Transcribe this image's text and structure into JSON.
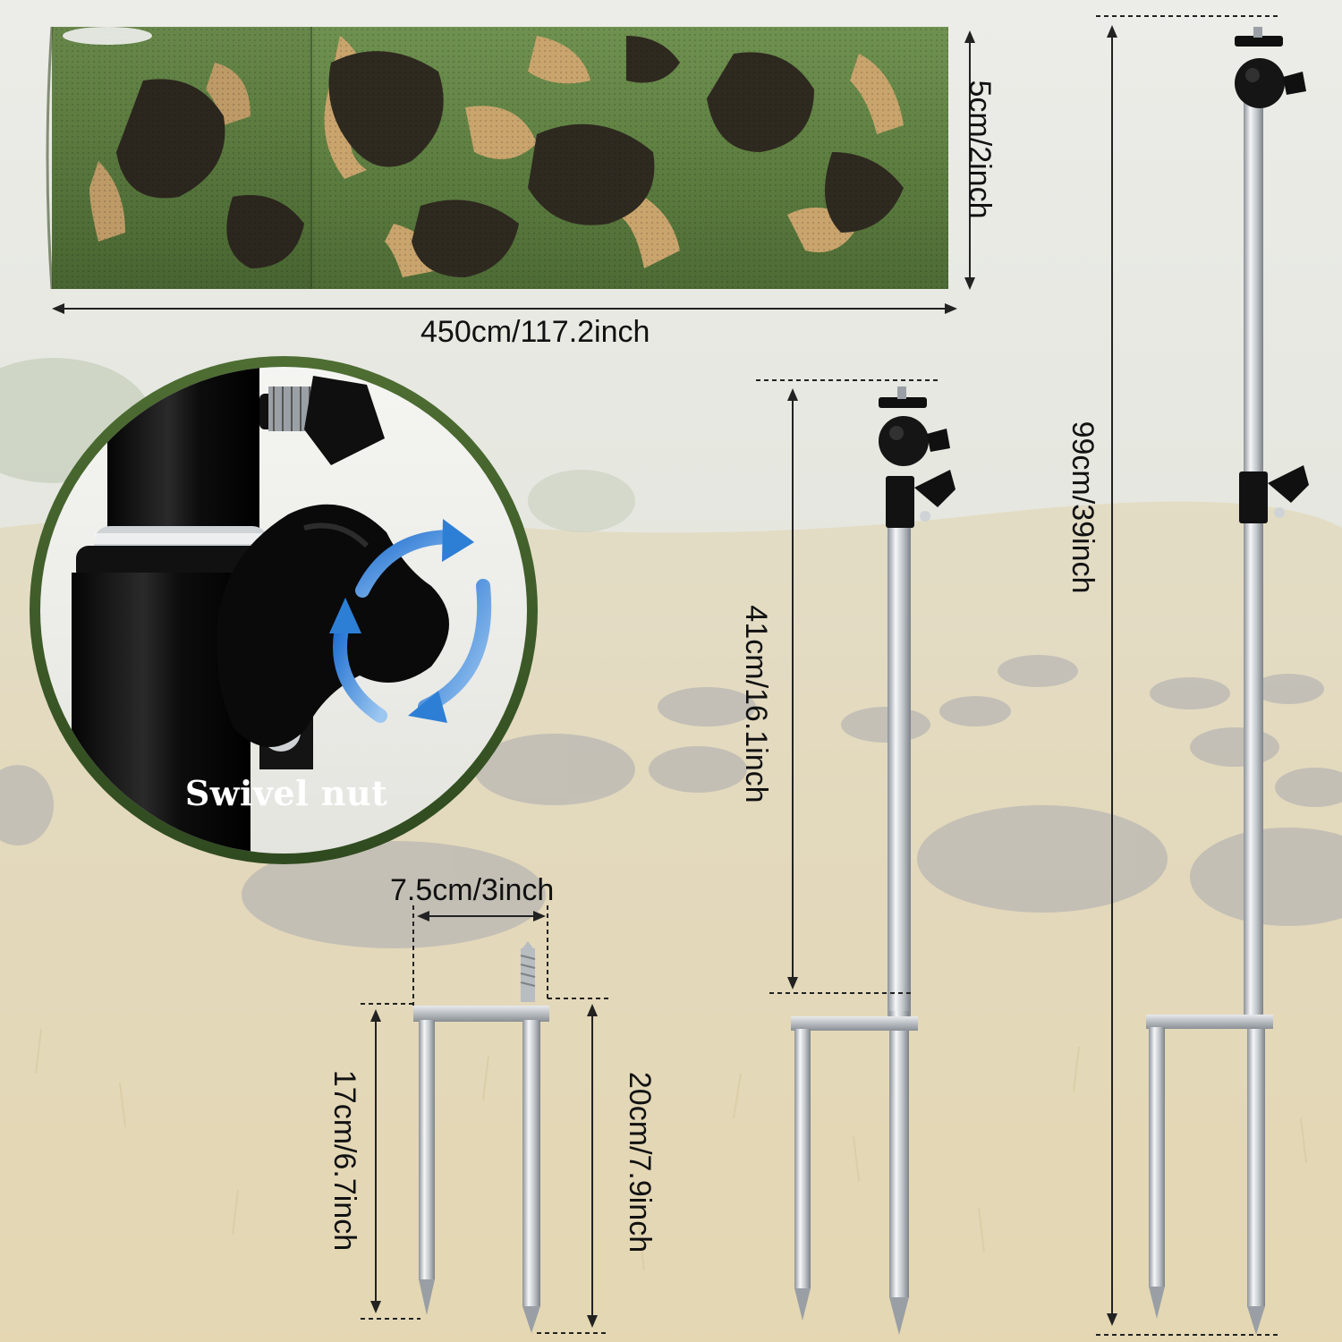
{
  "dimensions": {
    "tape_width": "5cm/2inch",
    "tape_length": "450cm/117.2inch",
    "short_stand_height": "41cm/16.1inch",
    "tall_stand_height": "99cm/39inch",
    "stake_spread": "7.5cm/3inch",
    "stake_short_leg": "17cm/6.7inch",
    "stake_long_leg": "20cm/7.9inch"
  },
  "callout": {
    "label": "Swivel nut"
  },
  "colors": {
    "camo_green": "#5e7f41",
    "camo_dark": "#2f2a20",
    "camo_tan": "#c7a06b",
    "callout_ring": "#3d5a28",
    "arrow_blue": "#2d7fd6",
    "steel": "#c9cdd1",
    "hardware_black": "#141414"
  },
  "icons": {
    "rotation_arrows": "rotate-arrows-icon"
  }
}
